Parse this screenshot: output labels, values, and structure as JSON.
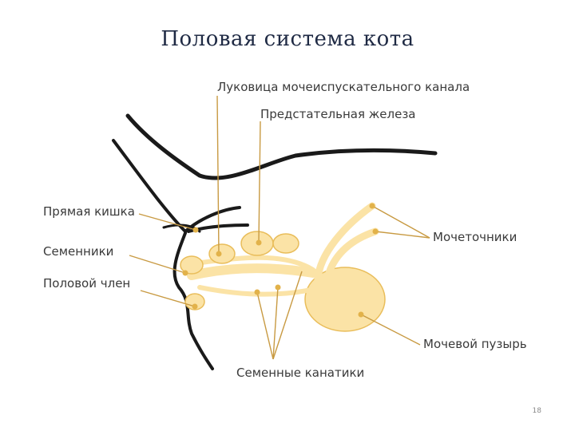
{
  "slide": {
    "title": "Половая система кота",
    "page_number": "18"
  },
  "colors": {
    "organ_fill": "#fbe3a6",
    "organ_stroke": "#e9bd5a",
    "leader": "#c89a42",
    "outline": "#1a1a1a"
  },
  "labels": {
    "urethral_bulb": "Луковица мочеиспускательного канала",
    "prostate": "Предстательная железа",
    "rectum": "Прямая кишка",
    "testes": "Семенники",
    "penis": "Половой член",
    "ureters": "Мочеточники",
    "bladder": "Мочевой пузырь",
    "vas_deferens": "Семенные канатики"
  }
}
